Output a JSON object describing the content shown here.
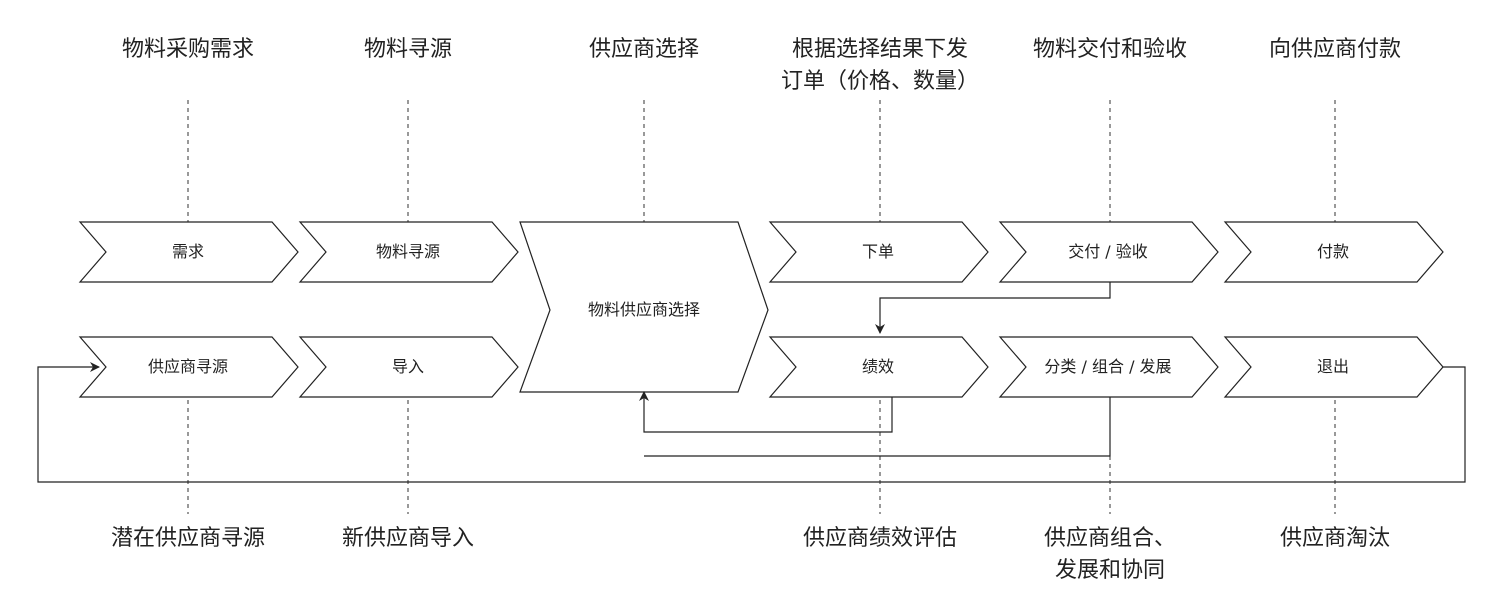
{
  "top_labels": [
    {
      "id": "demand",
      "lines": [
        "物料采购需求"
      ]
    },
    {
      "id": "sourcing",
      "lines": [
        "物料寻源"
      ]
    },
    {
      "id": "selection",
      "lines": [
        "供应商选择"
      ]
    },
    {
      "id": "order",
      "lines": [
        "根据选择结果下发",
        "订单（价格、数量）"
      ]
    },
    {
      "id": "delivery",
      "lines": [
        "物料交付和验收"
      ]
    },
    {
      "id": "payment",
      "lines": [
        "向供应商付款"
      ]
    }
  ],
  "material_flow": [
    "需求",
    "物料寻源",
    "下单",
    "交付 / 验收",
    "付款"
  ],
  "center_step": "物料供应商选择",
  "supplier_flow": [
    "供应商寻源",
    "导入",
    "绩效",
    "分类 / 组合 / 发展",
    "退出"
  ],
  "bottom_labels": [
    {
      "id": "potential",
      "lines": [
        "潜在供应商寻源"
      ]
    },
    {
      "id": "onboarding",
      "lines": [
        "新供应商导入"
      ]
    },
    {
      "id": "evaluation",
      "lines": [
        "供应商绩效评估"
      ]
    },
    {
      "id": "portfolio",
      "lines": [
        "供应商组合、",
        "发展和协同"
      ]
    },
    {
      "id": "elimination",
      "lines": [
        "供应商淘汰"
      ]
    }
  ]
}
